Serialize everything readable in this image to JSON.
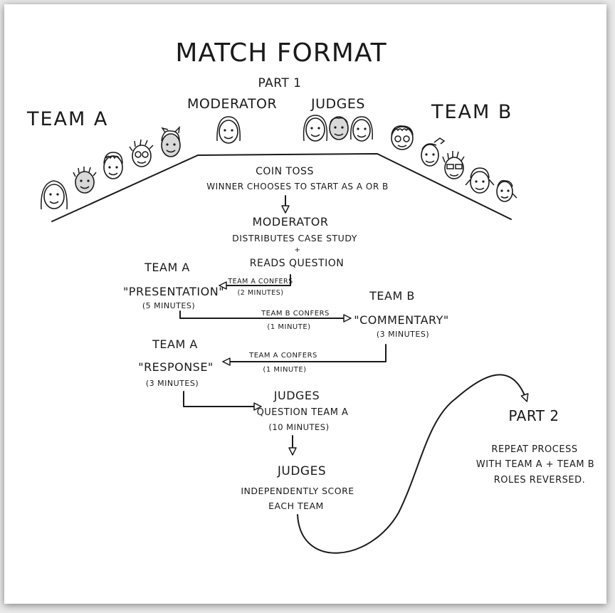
{
  "title": "MATCH FORMAT",
  "subtitle": "PART 1",
  "roles": {
    "team_a": "TEAM A",
    "moderator": "MODERATOR",
    "judges": "JUDGES",
    "team_b": "TEAM B"
  },
  "flow": {
    "coin_toss": {
      "line1": "COIN TOSS",
      "line2": "WINNER CHOOSES TO START AS A OR B"
    },
    "moderator_step": {
      "line1": "MODERATOR",
      "line2": "DISTRIBUTES CASE STUDY",
      "line3": "+",
      "line4": "READS QUESTION"
    },
    "presentation": {
      "team": "TEAM A",
      "label": "\"PRESENTATION\"",
      "duration": "(5 MINUTES)"
    },
    "confer_a1": {
      "label": "TEAM A CONFERS",
      "duration": "(2 MINUTES)"
    },
    "commentary": {
      "team": "TEAM B",
      "label": "\"COMMENTARY\"",
      "duration": "(3 MINUTES)"
    },
    "confer_b": {
      "label": "TEAM B CONFERS",
      "duration": "(1 MINUTE)"
    },
    "response": {
      "team": "TEAM A",
      "label": "\"RESPONSE\"",
      "duration": "(3 MINUTES)"
    },
    "confer_a2": {
      "label": "TEAM A CONFERS",
      "duration": "(1 MINUTE)"
    },
    "judges_question": {
      "line1": "JUDGES",
      "line2": "QUESTION TEAM A",
      "line3": "(10 MINUTES)"
    },
    "judges_score": {
      "line1": "JUDGES",
      "line2": "INDEPENDENTLY SCORE",
      "line3": "EACH TEAM"
    }
  },
  "part2": {
    "title": "PART 2",
    "line1": "REPEAT PROCESS",
    "line2": "WITH TEAM A + TEAM B",
    "line3": "ROLES REVERSED."
  },
  "colors": {
    "ink": "#1a1a1a",
    "paper": "#ffffff",
    "shade": "#d9d9d9",
    "backdrop": "#e9e9e9"
  }
}
